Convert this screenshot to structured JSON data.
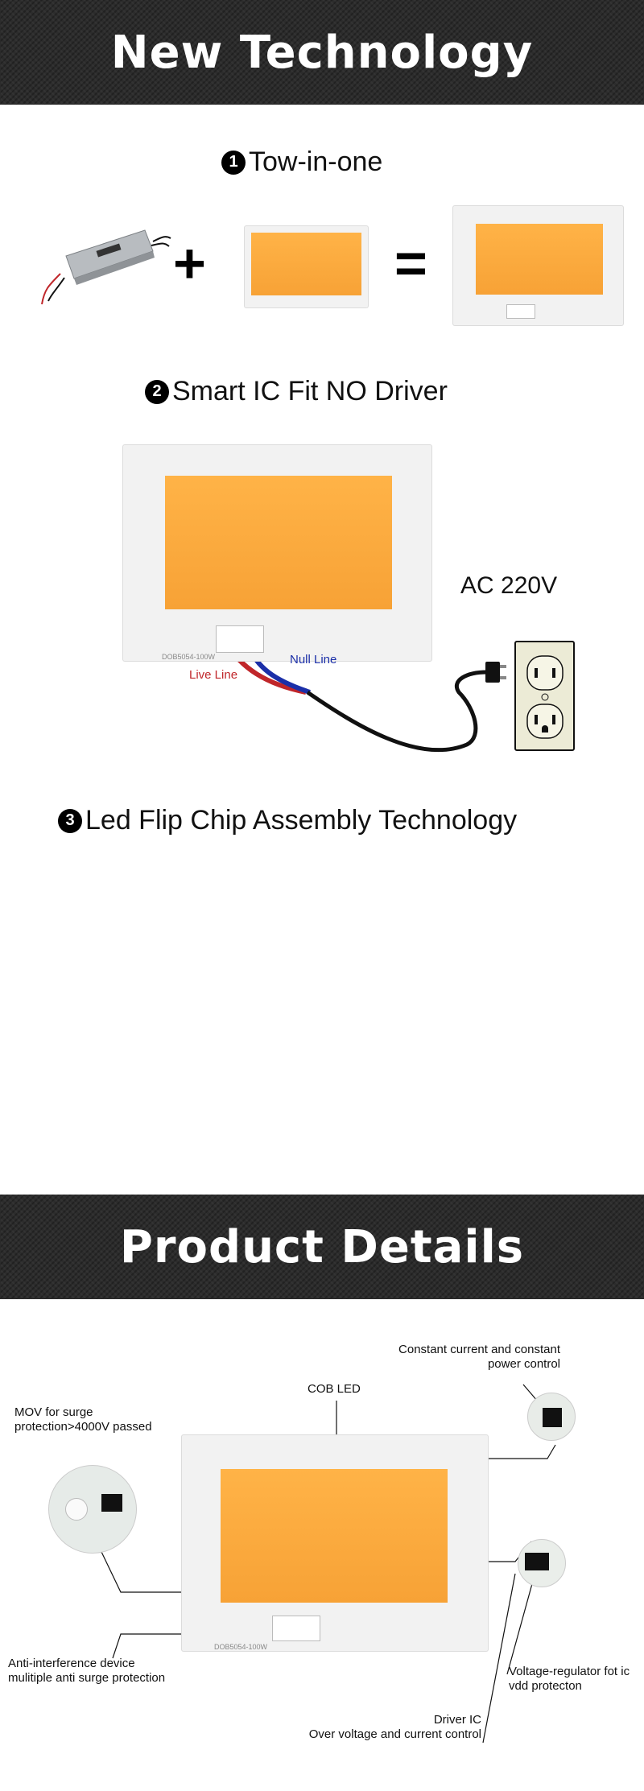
{
  "banner_top": {
    "title": "New Technology"
  },
  "section1": {
    "number": "1",
    "title": "Tow-in-one",
    "plus": "+",
    "equals": "="
  },
  "section2": {
    "number": "2",
    "title": "Smart IC Fit NO Driver",
    "board_text": "DOB5054-100W",
    "live_line": "Live Line",
    "null_line": "Null Line",
    "voltage": "AC 220V"
  },
  "section3": {
    "number": "3",
    "title": "Led Flip Chip Assembly Technology"
  },
  "banner_bottom": {
    "title": "Product Details"
  },
  "details": {
    "constant_current": "Constant current and constant\npower control",
    "cob_led": "COB LED",
    "mov": "MOV for surge\nprotection>4000V passed",
    "anti_interference": "Anti-interference device\nmulitiple anti surge protection",
    "voltage_regulator": "Voltage-regulator fot ic\nvdd protecton",
    "driver_ic": "Driver IC\nOver voltage and current control",
    "board_text": "DOB5054-100W"
  },
  "colors": {
    "banner": "#2c2c2c",
    "led": "#f7a236",
    "live": "#c0262a",
    "null": "#1b2fa8"
  }
}
